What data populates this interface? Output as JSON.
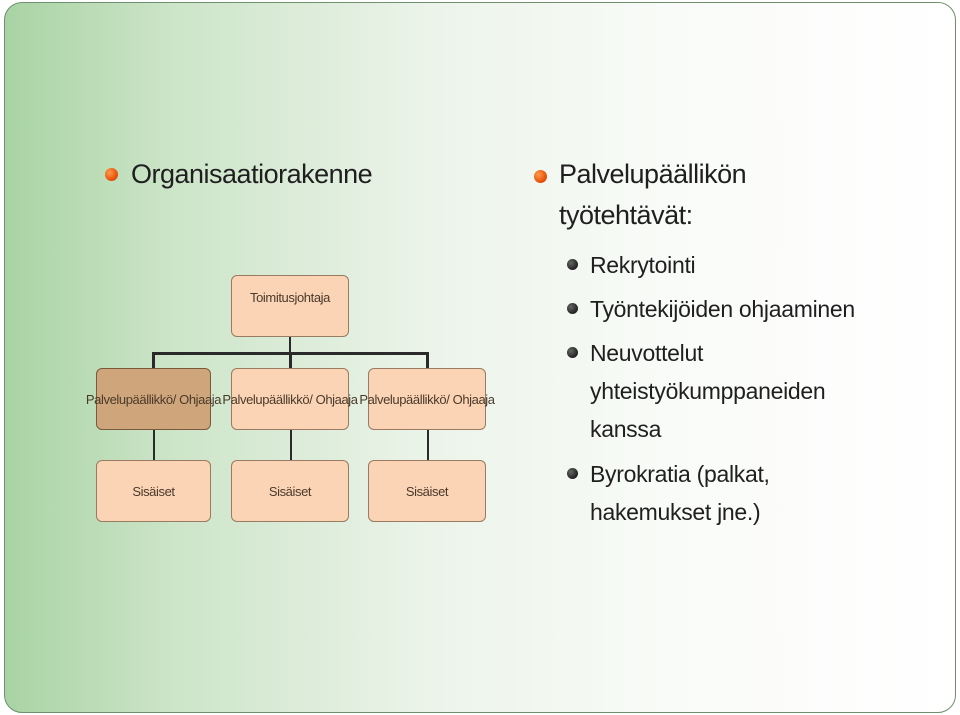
{
  "left_heading": "Organisaatiorakenne",
  "org_chart": {
    "root": "Toimitusjohtaja",
    "managers": [
      "Palvelupäällikkö/ Ohjaaja",
      "Palvelupäällikkö/ Ohjaaja",
      "Palvelupäällikkö/ Ohjaaja"
    ],
    "staff": [
      "Sisäiset",
      "Sisäiset",
      "Sisäiset"
    ]
  },
  "right_heading": [
    "Palvelupäällikön",
    "työtehtävät:"
  ],
  "tasks": [
    [
      "Rekrytointi"
    ],
    [
      "Työntekijöiden ohjaaminen"
    ],
    [
      "Neuvottelut",
      "yhteistyökumppaneiden",
      "kanssa"
    ],
    [
      "Byrokratia (palkat,",
      "hakemukset jne.)"
    ]
  ],
  "colors": {
    "box_fill": "#fbd4b6",
    "box_selected": "#cfa57b",
    "bullet": "#e8540c"
  }
}
